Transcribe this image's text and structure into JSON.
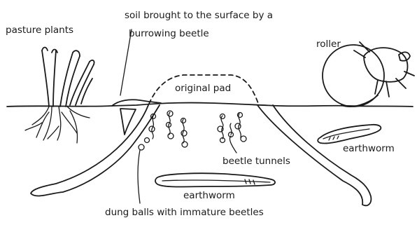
{
  "labels": {
    "pasture_plants": "pasture plants",
    "soil_line1": "soil brought to the surface by a",
    "soil_line2": "burrowing beetle",
    "roller": "roller",
    "original_pad": "original pad",
    "earthworm_right": "earthworm",
    "beetle_tunnels": "beetle tunnels",
    "earthworm_bottom": "earthworm",
    "dung_balls": "dung balls with immature beetles"
  },
  "colors": {
    "ink": "#1a1a1a",
    "background": "#ffffff"
  }
}
